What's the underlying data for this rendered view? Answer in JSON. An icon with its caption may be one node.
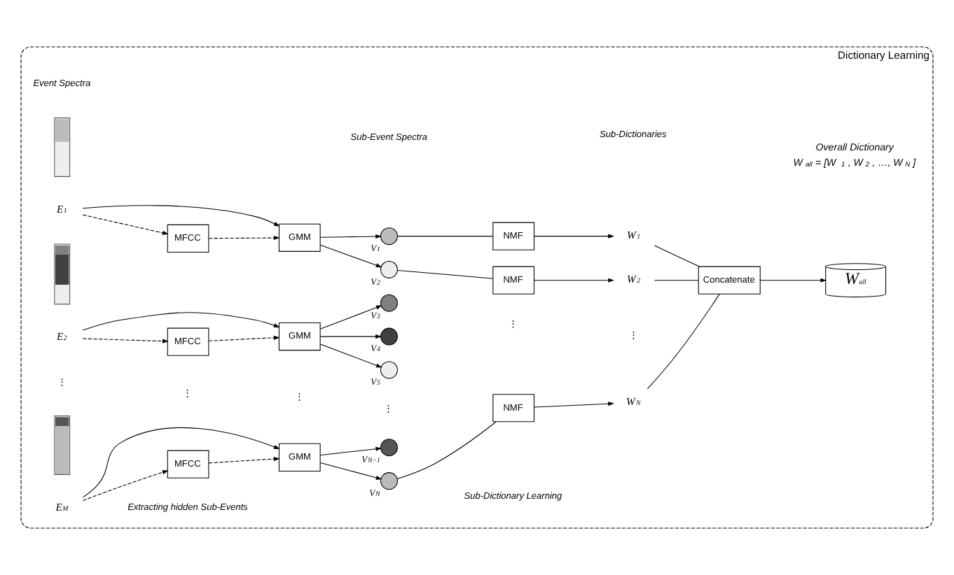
{
  "diagram": {
    "nodes": [
      {
        "text": [
          "Dictionary Learning"
        ]
      },
      {
        "text": [],
        "shape": "bar",
        "in": 0
      },
      {
        "text": [
          "E$_{1}$"
        ],
        "in": 0
      },
      {
        "text": [
          "MFCC"
        ],
        "in": 0
      },
      {
        "text": [
          "GMM"
        ],
        "in": 0
      },
      {
        "text": [],
        "shape": "bar",
        "in": 0
      },
      {
        "text": [
          "E$_{2}$"
        ],
        "in": 0
      },
      {
        "text": [
          "MFCC"
        ],
        "in": 0
      },
      {
        "text": [
          "GMM"
        ],
        "in": 0
      },
      {
        "text": [],
        "shape": "bar",
        "in": 0
      },
      {
        "text": [
          "E$_{M}$"
        ],
        "in": 0
      },
      {
        "text": [
          "MFCC"
        ],
        "in": 0
      },
      {
        "text": [
          "GMM"
        ],
        "in": 0
      },
      {
        "text": [],
        "shape": "circle",
        "beside": [
          "V$_{1}$"
        ],
        "in": 0
      },
      {
        "text": [],
        "shape": "circle",
        "beside": [
          "V$_{2}$"
        ],
        "in": 0
      },
      {
        "text": [],
        "shape": "circle",
        "beside": [
          "V$_{3}$"
        ],
        "in": 0
      },
      {
        "text": [],
        "shape": "circle",
        "beside": [
          "V$_{4}$"
        ],
        "in": 0
      },
      {
        "text": [],
        "shape": "circle",
        "beside": [
          "V$_{5}$"
        ],
        "in": 0
      },
      {
        "text": [],
        "shape": "circle",
        "beside": [
          "V$_{N−1}$"
        ],
        "in": 0
      },
      {
        "text": [],
        "shape": "circle",
        "beside": [
          "V$_{N}$"
        ],
        "in": 0
      },
      {
        "text": [
          "NMF"
        ],
        "in": 0
      },
      {
        "text": [
          "NMF"
        ],
        "in": 0
      },
      {
        "text": [
          "NMF"
        ],
        "in": 0
      },
      {
        "text": [
          "W$_{1}$"
        ],
        "in": 0
      },
      {
        "text": [
          "W$_{2}$"
        ],
        "in": 0
      },
      {
        "text": [
          "W$_{N}$"
        ],
        "in": 0
      },
      {
        "text": [
          "Concatenate"
        ],
        "in": 0
      },
      {
        "text": [
          "W$_{all}$"
        ],
        "beside": [
          "Overall Dictionary",
          "W$_{all}$ = [W$_{1}$, W$_{2}$, …, W$_{N}$ ]"
        ],
        "in": 0
      }
    ],
    "edges": [
      {
        "from": 2,
        "to": 3,
        "arrow": "to",
        "style": "dashed"
      },
      {
        "from": 3,
        "to": 4,
        "arrow": "to",
        "style": "dashed"
      },
      {
        "from": 2,
        "to": 4,
        "arrow": "to"
      },
      {
        "from": 6,
        "to": 7,
        "arrow": "to",
        "style": "dashed"
      },
      {
        "from": 7,
        "to": 8,
        "arrow": "to",
        "style": "dashed"
      },
      {
        "from": 6,
        "to": 8,
        "arrow": "to"
      },
      {
        "from": 10,
        "to": 11,
        "arrow": "to",
        "style": "dashed"
      },
      {
        "from": 11,
        "to": 12,
        "arrow": "to",
        "style": "dashed"
      },
      {
        "from": 10,
        "to": 12,
        "arrow": "to"
      },
      {
        "from": 4,
        "to": 13,
        "arrow": "to"
      },
      {
        "from": 4,
        "to": 14,
        "arrow": "to"
      },
      {
        "from": 8,
        "to": 15,
        "arrow": "to"
      },
      {
        "from": 8,
        "to": 16,
        "arrow": "to"
      },
      {
        "from": 8,
        "to": 17,
        "arrow": "to"
      },
      {
        "from": 12,
        "to": 18,
        "arrow": "to"
      },
      {
        "from": 12,
        "to": 19,
        "arrow": "to"
      },
      {
        "from": 13,
        "to": 20,
        "arrow": "none"
      },
      {
        "from": 14,
        "to": 21,
        "arrow": "none"
      },
      {
        "from": 19,
        "to": 22,
        "arrow": "none"
      },
      {
        "from": 20,
        "to": 23,
        "arrow": "to"
      },
      {
        "from": 21,
        "to": 24,
        "arrow": "to"
      },
      {
        "from": 22,
        "to": 25,
        "arrow": "to"
      },
      {
        "from": 23,
        "to": 26,
        "arrow": "none"
      },
      {
        "from": 24,
        "to": 26,
        "arrow": "none"
      },
      {
        "from": 25,
        "to": 26,
        "arrow": "none"
      },
      {
        "from": 26,
        "to": 27,
        "arrow": "to"
      }
    ],
    "labels": [
      "Event Spectra",
      "Sub-Event Spectra",
      "Sub-Dictionaries",
      "⋮",
      "⋮",
      "⋮",
      "⋮",
      "⋮",
      "⋮",
      "Extracting hidden Sub-Events",
      "Sub-Dictionary Learning"
    ]
  }
}
